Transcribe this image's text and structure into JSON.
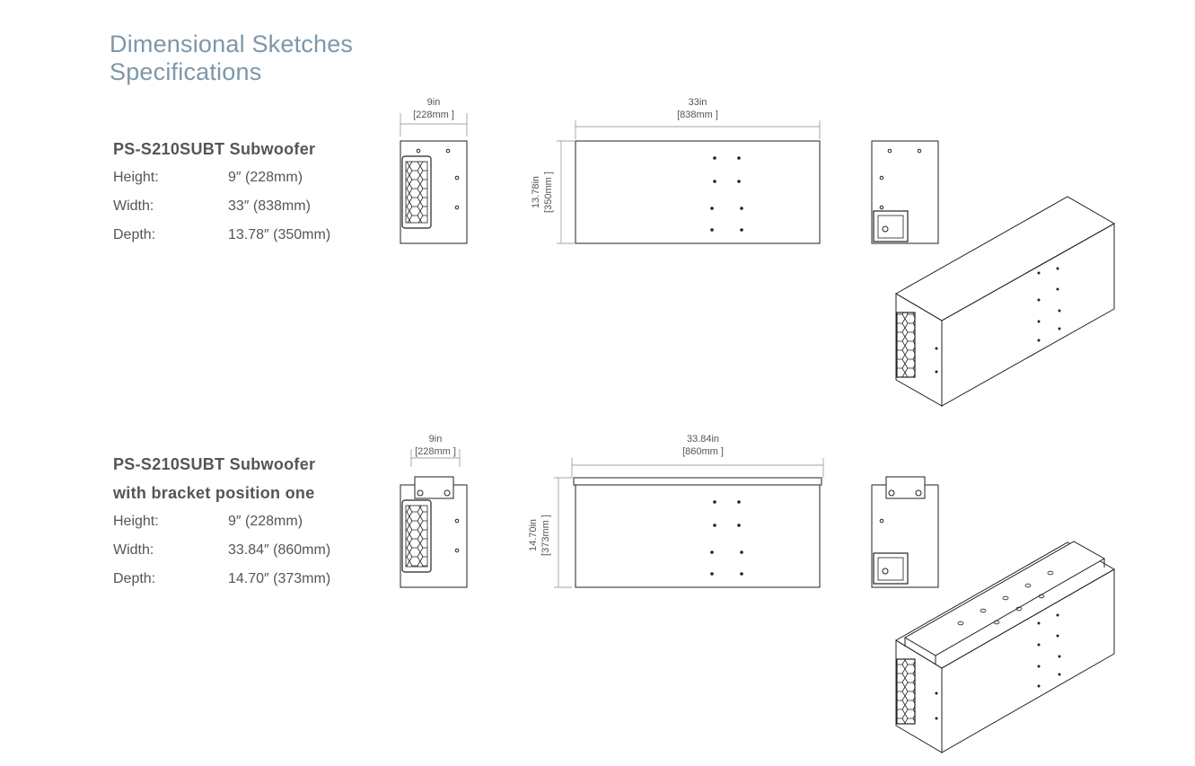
{
  "header": {
    "line1": "Dimensional Sketches",
    "line2": "Specifications"
  },
  "products": [
    {
      "name": "PS-S210SUBT Subwoofer",
      "subtitle": "",
      "specs": [
        {
          "label": "Height:",
          "value": "9″ (228mm)"
        },
        {
          "label": "Width:",
          "value": "33″ (838mm)"
        },
        {
          "label": "Depth:",
          "value": "13.78″ (350mm)"
        }
      ],
      "dims": {
        "front_w_in": "9in",
        "front_w_mm": "[228mm ]",
        "side_w_in": "33in",
        "side_w_mm": "[838mm ]",
        "side_h_in": "13.78in",
        "side_h_mm": "[350mm ]"
      }
    },
    {
      "name": "PS-S210SUBT Subwoofer",
      "subtitle": "with bracket position one",
      "specs": [
        {
          "label": "Height:",
          "value": "9″ (228mm)"
        },
        {
          "label": "Width:",
          "value": "33.84″ (860mm)"
        },
        {
          "label": "Depth:",
          "value": "14.70″ (373mm)"
        }
      ],
      "dims": {
        "front_w_in": "9in",
        "front_w_mm": "[228mm ]",
        "side_w_in": "33.84in",
        "side_w_mm": "[860mm ]",
        "side_h_in": "14.70in",
        "side_h_mm": "[373mm ]"
      }
    }
  ],
  "colors": {
    "title": "#7d97a9",
    "line": "#222222",
    "dim_line": "#888888"
  }
}
